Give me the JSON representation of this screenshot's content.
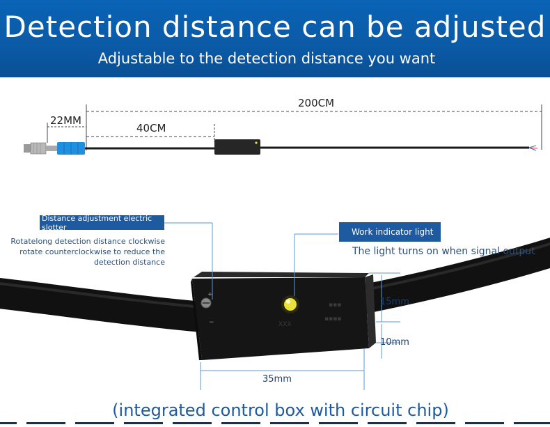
{
  "header": {
    "title": "Detection distance can be adjusted",
    "subtitle": "Adjustable to the detection distance you want"
  },
  "dimensions": {
    "total_length": "200CM",
    "probe_length": "22MM",
    "cable_to_box": "40CM",
    "box_width": "35mm",
    "box_height": "15mm",
    "box_depth": "10mm"
  },
  "callouts": {
    "slotter_label": "Distance adjustment electric slotter",
    "slotter_description_lines": [
      "Rotatelong detection distance clockwise",
      "rotate counterclockwise to reduce the",
      "detection distance"
    ],
    "indicator_label": "Work indicator light",
    "indicator_description": "The light turns on when signal output"
  },
  "footer": {
    "caption": "(integrated control box with circuit chip)"
  },
  "colors": {
    "header_blue": "#0b5aa6",
    "callout_blue": "#1d5aa0",
    "probe_blue": "#1f8fe0",
    "indicator_yellow": "#e8e23a"
  }
}
